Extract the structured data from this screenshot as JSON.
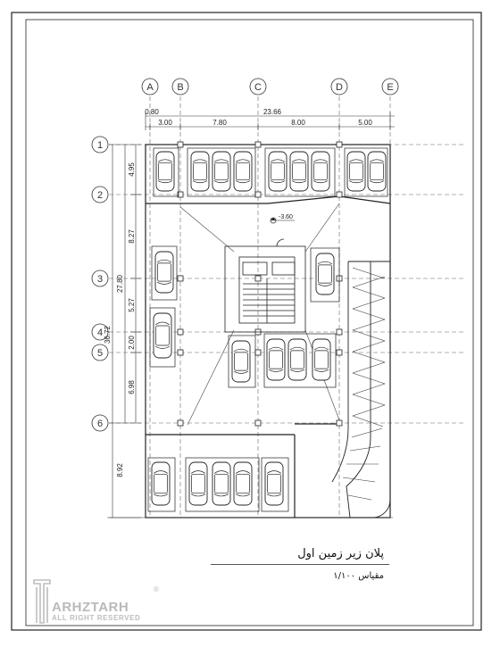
{
  "drawing": {
    "title": "پلان زیر زمین اول",
    "scale": "مقیاس ۱/۱۰۰",
    "level_mark": "-3.60"
  },
  "grid_columns": [
    "A",
    "B",
    "C",
    "D",
    "E"
  ],
  "grid_rows": [
    "1",
    "2",
    "3",
    "4",
    "5",
    "6"
  ],
  "dimensions_top": {
    "a_to_b": "0.80",
    "overall": "23.66",
    "spans": [
      "3.00",
      "7.80",
      "8.00",
      "5.00"
    ]
  },
  "dimensions_left": {
    "overall": "36.72",
    "group": "27.80",
    "spans": [
      "4.95",
      "8.27",
      "5.27",
      "2.00",
      "6.98"
    ],
    "bottom": "8.92"
  },
  "logo": {
    "brand": "ARHZTARH",
    "tagline": "ALL RIGHT RESERVED",
    "registered": "®"
  },
  "colors": {
    "line": "#222222",
    "grid": "#555555",
    "logo": "#b9b9b9"
  }
}
